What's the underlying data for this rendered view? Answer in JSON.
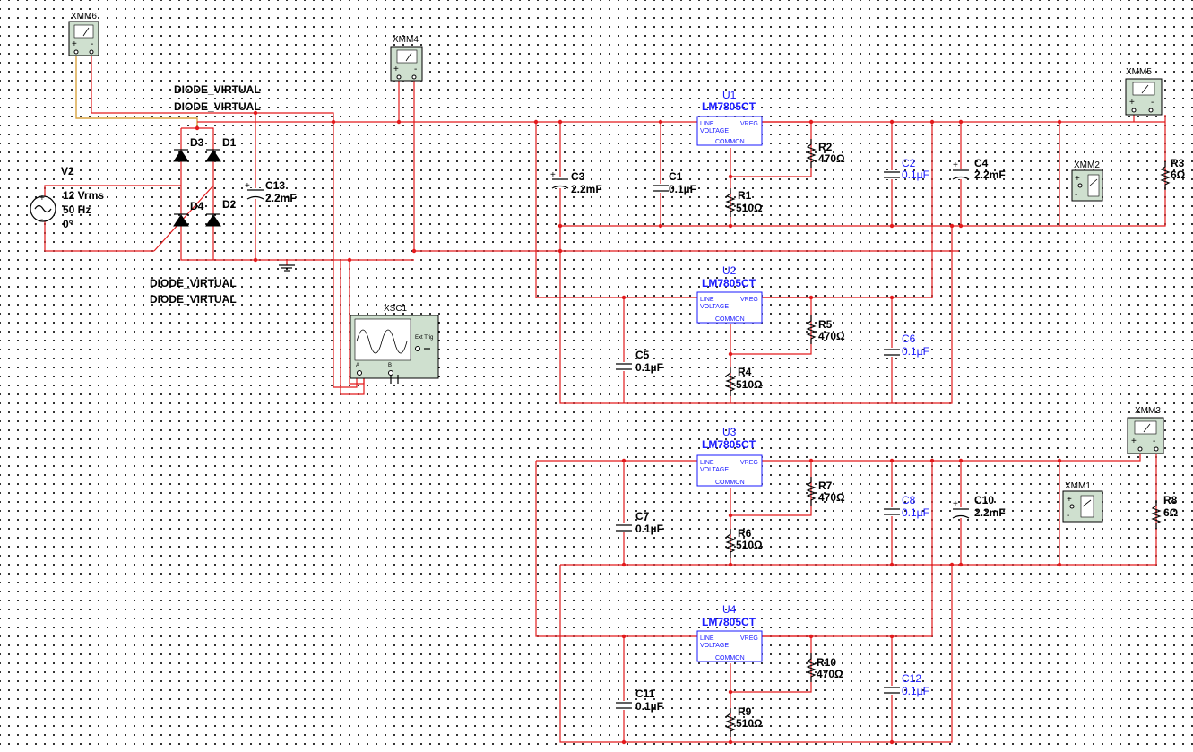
{
  "diodes": {
    "top_labels": [
      "DIODE_VIRTUAL",
      "DIODE_VIRTUAL"
    ],
    "bottom_labels": [
      "DIODE_VIRTUAL",
      "DIODE_VIRTUAL"
    ],
    "names": {
      "d1": "D1",
      "d2": "D2",
      "d3": "D3",
      "d4": "D4"
    }
  },
  "source": {
    "name": "V2",
    "voltage": "12 Vrms",
    "frequency": "50 Hz",
    "phase": "0°"
  },
  "instruments": {
    "xmm1": "XMM1",
    "xmm2": "XMM2",
    "xmm3": "XMM3",
    "xmm4": "XMM4",
    "xmm5": "XMM5",
    "xmm6": "XMM6",
    "xsc1": "XSC1",
    "ext_trig": "Ext Trig",
    "ch_a": "A",
    "ch_b": "B"
  },
  "regulators": {
    "u1": "U1",
    "u2": "U2",
    "u3": "U3",
    "u4": "U4",
    "part": "LM7805CT",
    "pin_line": "LINE",
    "pin_voltage": "VOLTAGE",
    "pin_vreg": "VREG",
    "pin_common": "COMMON"
  },
  "capacitors": {
    "c1": {
      "name": "C1",
      "value": "0.1µF"
    },
    "c2": {
      "name": "C2",
      "value": "0.1µF"
    },
    "c3": {
      "name": "C3",
      "value": "2.2mF"
    },
    "c4": {
      "name": "C4",
      "value": "2.2mF"
    },
    "c5": {
      "name": "C5",
      "value": "0.1µF"
    },
    "c6": {
      "name": "C6",
      "value": "0.1µF"
    },
    "c7": {
      "name": "C7",
      "value": "0.1µF"
    },
    "c8": {
      "name": "C8",
      "value": "0.1µF"
    },
    "c10": {
      "name": "C10",
      "value": "2.2mF"
    },
    "c11": {
      "name": "C11",
      "value": "0.1µF"
    },
    "c12": {
      "name": "C12",
      "value": "0.1µF"
    },
    "c13": {
      "name": "C13",
      "value": "2.2mF"
    }
  },
  "resistors": {
    "r1": {
      "name": "R1",
      "value": "510Ω"
    },
    "r2": {
      "name": "R2",
      "value": "470Ω"
    },
    "r3": {
      "name": "R3",
      "value": "6Ω"
    },
    "r4": {
      "name": "R4",
      "value": "510Ω"
    },
    "r5": {
      "name": "R5",
      "value": "470Ω"
    },
    "r6": {
      "name": "R6",
      "value": "510Ω"
    },
    "r7": {
      "name": "R7",
      "value": "470Ω"
    },
    "r8": {
      "name": "R8",
      "value": "6Ω"
    },
    "r9": {
      "name": "R9",
      "value": "510Ω"
    },
    "r10": {
      "name": "R10",
      "value": "470Ω"
    }
  },
  "colors": {
    "wire": "#e31a1c",
    "probe_wire": "#d9a441",
    "instrument_fill": "#cfe0cf",
    "regulator_outline": "#1a1aff"
  }
}
